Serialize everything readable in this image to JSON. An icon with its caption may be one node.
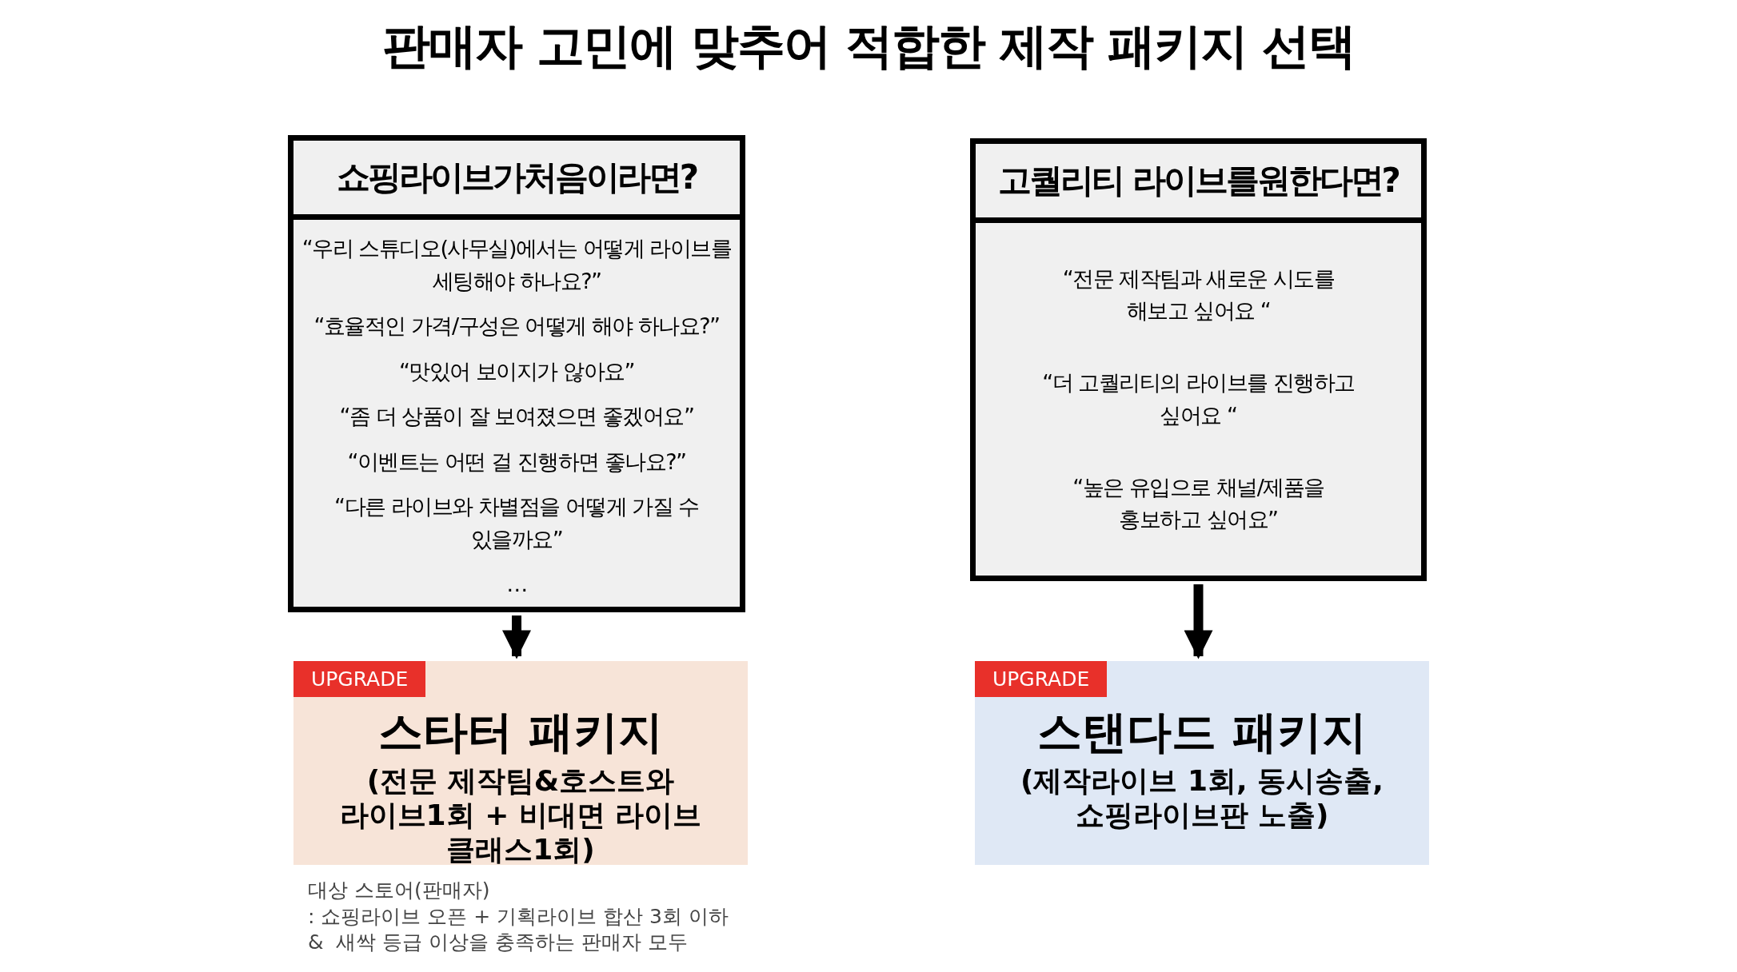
{
  "diagram": {
    "title": "판매자 고민에 맞추어 적합한 제작 패키지 선택",
    "nodes": [
      {
        "text": [
          "쇼핑라이브가처음이라면?",
          "“우리 스튜디오(사무실)에서는 어떻게 라이브를 세팅해야 하나요?”",
          "“효율적인 가격/구성은 어떻게 해야 하나요?”",
          "“맛있어 보이지가 않아요”",
          "“좀 더 상품이 잘 보여졌으면 좋겠어요”",
          "“이벤트는 어떤 걸 진행하면 좋나요?”",
          "“다른 라이브와 차별점을 어떻게 가질 수 있을까요”",
          "…"
        ]
      },
      {
        "text": [
          "고퀄리티 라이브를원한다면?",
          "“전문 제작팀과 새로운 시도를 해보고 싶어요 “",
          "“더 고퀄리티의 라이브를 진행하고 싶어요 “",
          "“높은 유입으로 채널/제품을 홍보하고 싶어요”"
        ]
      },
      {
        "text": [
          "UPGRADE",
          "스타터 패키지",
          "(전문 제작팀&호스트와 라이브1회 + 비대면 라이브 클래스1회)"
        ],
        "beside": [
          "대상 스토어(판매자)",
          ": 쇼핑라이브 오픈 + 기획라이브 합산 3회 이하",
          "&  새싹 등급 이상을 충족하는 판매자 모두"
        ]
      },
      {
        "text": [
          "UPGRADE",
          "스탠다드 패키지",
          "(제작라이브 1회, 동시송출, 쇼핑라이브판 노출)"
        ]
      }
    ],
    "edges": [
      {
        "from": 0,
        "to": 2,
        "arrow": "to"
      },
      {
        "from": 1,
        "to": 3,
        "arrow": "to"
      }
    ]
  }
}
